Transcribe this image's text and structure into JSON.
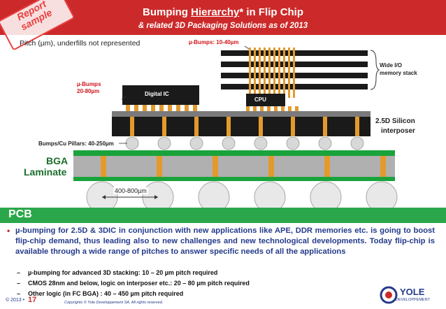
{
  "header": {
    "title_pre": "Bumping ",
    "title_link": "Hierarchy",
    "title_post": "* in Flip Chip",
    "subtitle": "& related 3D Packaging Solutions as of 2013",
    "stamp_line1": "Report",
    "stamp_line2": "sample"
  },
  "note": "Pitch (µm), underfills not represented",
  "diagram": {
    "ubumps_top": "µ-Bumps: 10-40µm",
    "wide_io": "Wide I/O",
    "memory_stack": "memory stack",
    "ubumps_left_1": "µ-Bumps",
    "ubumps_left_2": "20-80µm",
    "digital_ic": "Digital IC",
    "cpu": "CPU",
    "interposer_1": "2.5D Silicon",
    "interposer_2": "interposer",
    "bumps_pillars": "Bumps/Cu Pillars: 40-250µm",
    "bga_1": "BGA",
    "bga_2": "Laminate",
    "pitch": "400-800µm",
    "pcb": "PCB"
  },
  "colors": {
    "header": "#cc2a2a",
    "pcb": "#2aa74a",
    "laminate": "#b0b0b0",
    "green_layer": "#19a33a",
    "bump": "#e39a2d",
    "die": "#1a1a1a",
    "text_blue": "#243a8a"
  },
  "body": {
    "bullet": "•",
    "paragraph": "µ-bumping for 2.5D & 3DIC in conjunction with new applications like APE, DDR memories etc. is going to boost flip-chip demand, thus leading also to new challenges and new technological developments. Today flip-chip is available through a wide range of pitches to answer specific needs of all the applications",
    "items": [
      "µ-bumping for advanced 3D stacking: 10 – 20 µm pitch required",
      "CMOS 28nm and below, logic on interposer etc.: 20 – 80 µm pitch required",
      "Other logic (in FC BGA) : 40 – 450 µm pitch required"
    ],
    "dash": "–"
  },
  "footer": {
    "year": "© 2013 •",
    "page": "17",
    "copyright": "Copyrights © Yole Developpement SA. All rights reserved.",
    "logo_text": "YOLE",
    "logo_sub": "DEVELOPPEMENT"
  }
}
